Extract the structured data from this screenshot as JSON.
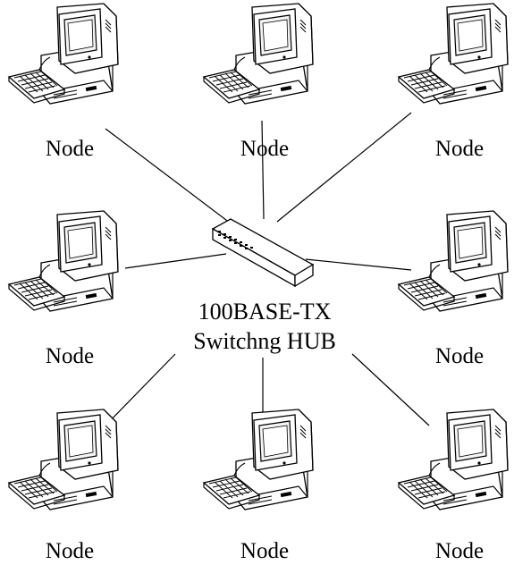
{
  "diagram": {
    "hub": {
      "label_line1": "100BASE-TX",
      "label_line2": "Switchng HUB",
      "icon": "network-switch-icon"
    },
    "nodes": [
      {
        "id": "node-top-left",
        "label": "Node",
        "icon": "desktop-computer-icon"
      },
      {
        "id": "node-top-center",
        "label": "Node",
        "icon": "desktop-computer-icon"
      },
      {
        "id": "node-top-right",
        "label": "Node",
        "icon": "desktop-computer-icon"
      },
      {
        "id": "node-middle-left",
        "label": "Node",
        "icon": "desktop-computer-icon"
      },
      {
        "id": "node-middle-right",
        "label": "Node",
        "icon": "desktop-computer-icon"
      },
      {
        "id": "node-bottom-left",
        "label": "Node",
        "icon": "desktop-computer-icon"
      },
      {
        "id": "node-bottom-center",
        "label": "Node",
        "icon": "desktop-computer-icon"
      },
      {
        "id": "node-bottom-right",
        "label": "Node",
        "icon": "desktop-computer-icon"
      }
    ]
  }
}
